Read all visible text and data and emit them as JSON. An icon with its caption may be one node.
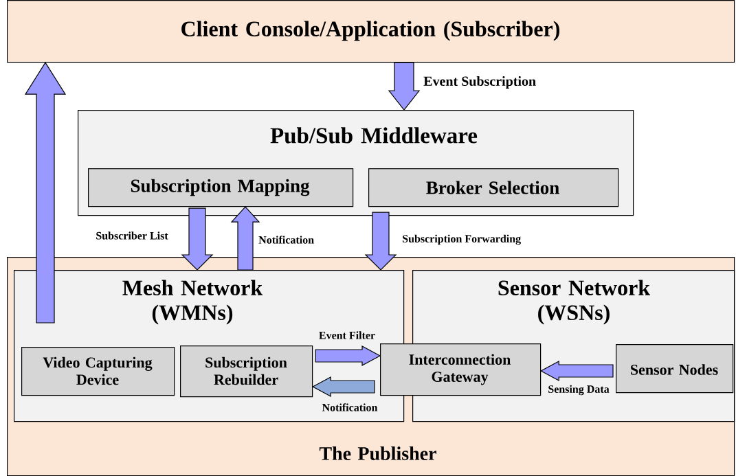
{
  "diagram": {
    "nodes": [
      {
        "text": [
          "Client Console/Application (Subscriber)"
        ]
      },
      {
        "text": [
          "Pub/Sub Middleware"
        ]
      },
      {
        "text": [
          "Subscription Mapping"
        ],
        "in": 1
      },
      {
        "text": [
          "Broker Selection"
        ],
        "in": 1
      },
      {
        "text": [
          "The Publisher"
        ]
      },
      {
        "text": [
          "Mesh Network (WMNs)"
        ],
        "in": 4
      },
      {
        "text": [
          "Video Capturing Device"
        ],
        "in": 5
      },
      {
        "text": [
          "Subscription Rebuilder"
        ],
        "in": 5
      },
      {
        "text": [
          "Sensor Network (WSNs)"
        ],
        "in": 4
      },
      {
        "text": [
          "Interconnection Gateway"
        ],
        "in": 4
      },
      {
        "text": [
          "Sensor Nodes"
        ],
        "in": 8
      }
    ],
    "edges": [
      {
        "from": 0,
        "to": 1,
        "arrow": "to",
        "label": "Event Subscription"
      },
      {
        "from": 2,
        "to": 5,
        "arrow": "to",
        "label": "Subscriber List"
      },
      {
        "from": 5,
        "to": 2,
        "arrow": "to",
        "label": "Notification"
      },
      {
        "from": 3,
        "to": 5,
        "arrow": "to",
        "label": "Subscription Forwarding"
      },
      {
        "from": 7,
        "to": 9,
        "arrow": "to",
        "label": "Event Filter"
      },
      {
        "from": 9,
        "to": 7,
        "arrow": "to",
        "label": "Notification",
        "color": "#8eaadb"
      },
      {
        "from": 10,
        "to": 9,
        "arrow": "to",
        "label": "Sensing Data"
      },
      {
        "from": 6,
        "to": 0,
        "arrow": "to"
      }
    ]
  }
}
